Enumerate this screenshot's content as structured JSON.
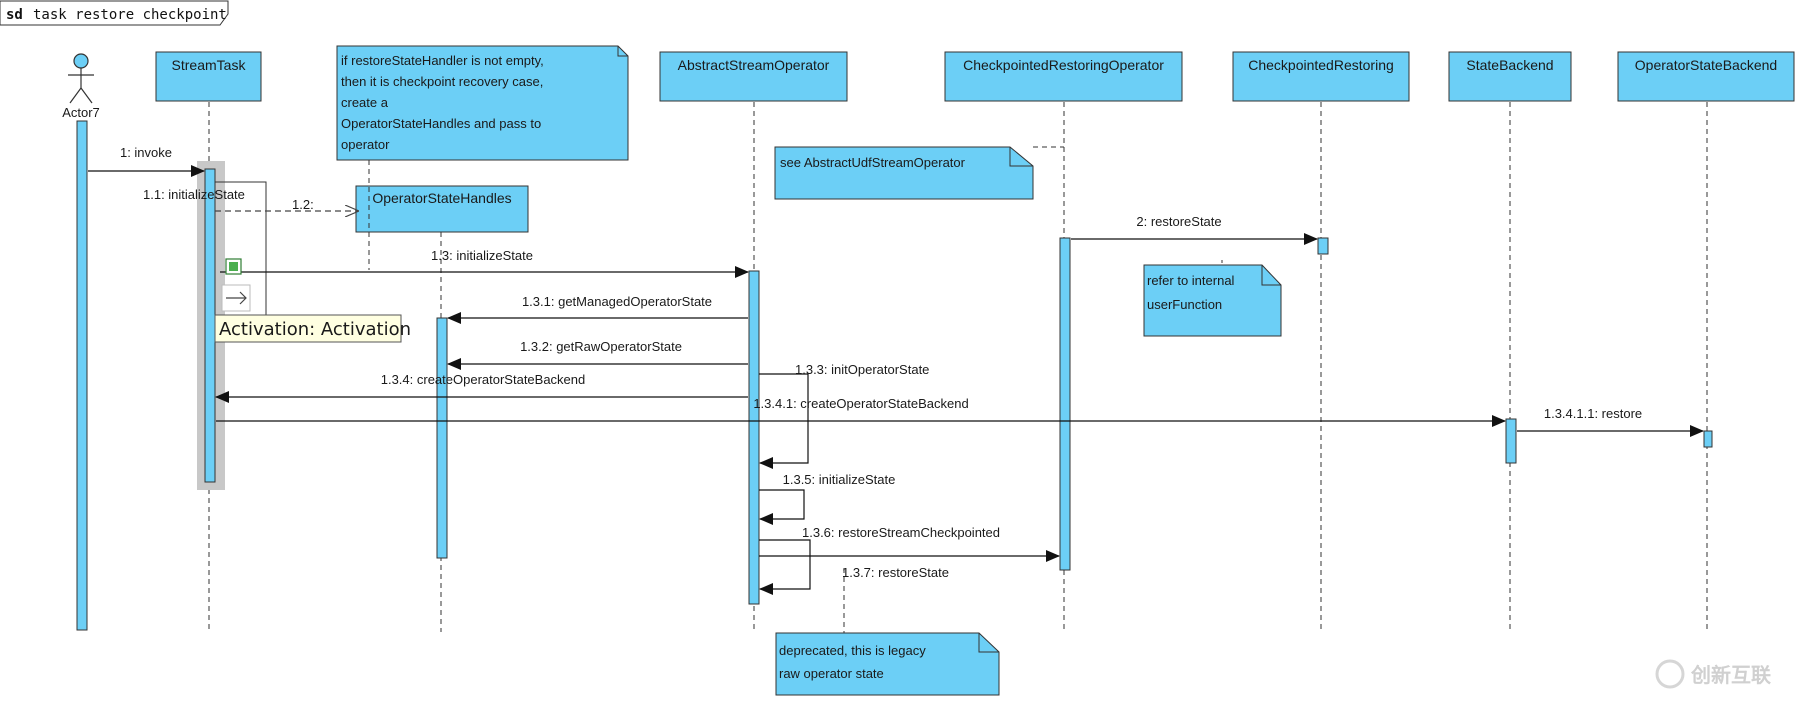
{
  "frame": {
    "keyword": "sd",
    "title": "task restore checkpoint"
  },
  "actor": {
    "name": "Actor7"
  },
  "lifelines": [
    {
      "id": "streamtask",
      "name": "StreamTask"
    },
    {
      "id": "abstract_stream_operator",
      "name": "AbstractStreamOperator"
    },
    {
      "id": "checkpointed_restoring_operator",
      "name": "CheckpointedRestoringOperator"
    },
    {
      "id": "checkpointed_restoring",
      "name": "CheckpointedRestoring"
    },
    {
      "id": "state_backend",
      "name": "StateBackend"
    },
    {
      "id": "operator_state_backend",
      "name": "OperatorStateBackend"
    }
  ],
  "created_object": {
    "name": "OperatorStateHandles"
  },
  "messages": [
    {
      "id": "m1",
      "label": "1: invoke"
    },
    {
      "id": "m1_1",
      "label": "1.1: initializeState"
    },
    {
      "id": "m1_2",
      "label": "1.2:"
    },
    {
      "id": "m1_3",
      "label": "1.3: initializeState"
    },
    {
      "id": "m1_3_1",
      "label": "1.3.1: getManagedOperatorState"
    },
    {
      "id": "m1_3_2",
      "label": "1.3.2: getRawOperatorState"
    },
    {
      "id": "m1_3_3",
      "label": "1.3.3: initOperatorState"
    },
    {
      "id": "m1_3_4",
      "label": "1.3.4: createOperatorStateBackend"
    },
    {
      "id": "m1_3_4_1",
      "label": "1.3.4.1: createOperatorStateBackend"
    },
    {
      "id": "m1_3_4_1_1",
      "label": "1.3.4.1.1: restore"
    },
    {
      "id": "m1_3_5",
      "label": "1.3.5: initializeState"
    },
    {
      "id": "m1_3_6",
      "label": "1.3.6: restoreStreamCheckpointed"
    },
    {
      "id": "m1_3_7",
      "label": "1.3.7: restoreState"
    },
    {
      "id": "m2",
      "label": "2: restoreState"
    }
  ],
  "notes": [
    {
      "id": "note_restore_handler",
      "lines": [
        "if restoreStateHandler is not empty,",
        "then it is checkpoint recovery case,",
        "create a",
        "OperatorStateHandles and pass to",
        "operator"
      ]
    },
    {
      "id": "note_see_udf",
      "lines": [
        "see  AbstractUdfStreamOperator"
      ]
    },
    {
      "id": "note_user_function",
      "lines": [
        "refer to internal",
        "userFunction"
      ]
    },
    {
      "id": "note_deprecated",
      "lines": [
        "deprecated, this is legacy",
        "raw  operator state"
      ]
    }
  ],
  "tooltip": {
    "text": "Activation: Activation"
  },
  "watermark": {
    "text": "创新互联"
  },
  "colors": {
    "fill": "#6ccff6",
    "stroke": "#1a1a1a",
    "selection": "#c8c8c8",
    "tooltip_bg": "#ffffe1"
  }
}
